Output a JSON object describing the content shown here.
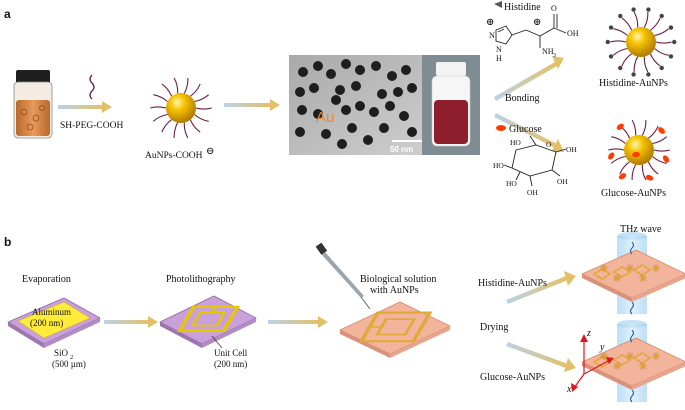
{
  "panel_a": {
    "label": "a",
    "linker_label": "SH-PEG-COOH",
    "aunp_label": "AuNPs-COOH",
    "aunp_charge": "⊖",
    "tem_au_label": "Au",
    "tem_scale_label": "50 nm",
    "histidine_label": "Histidine",
    "histidine_plus_ring": "⊕",
    "histidine_plus_amine": "⊕",
    "histidine_nh3": "NH",
    "histidine_nh3_sub": "3",
    "histidine_oh": "OH",
    "histidine_o": "O",
    "histidine_n": "N",
    "histidine_nh": "N",
    "histidine_h": "H",
    "bonding_label": "Bonding",
    "glucose_label": "Glucose",
    "glucose_ho1": "HO",
    "glucose_ho2": "HO",
    "glucose_ho3": "HO",
    "glucose_oh1": "OH",
    "glucose_oh2": "OH",
    "glucose_oh3": "OH",
    "glucose_o": "O",
    "histidine_aunps": "Histidine-AuNPs",
    "glucose_aunps": "Glucose-AuNPs"
  },
  "panel_b": {
    "label": "b",
    "evaporation": "Evaporation",
    "aluminum": "Aluminum",
    "aluminum_thickness": "(200 nm)",
    "sio2": "SiO",
    "sio2_sub": "2",
    "sio2_thickness": "(500 µm)",
    "photolithography": "Photolithography",
    "unit_cell": "Unit Cell",
    "unit_cell_size": "(200 nm)",
    "bio_solution_1": "Biological solution",
    "bio_solution_2": "with AuNPs",
    "histidine_aunps": "Histidine-AuNPs",
    "drying": "Drying",
    "glucose_aunps": "Glucose-AuNPs",
    "thz_wave": "THz wave",
    "axis_z": "z",
    "axis_y": "y",
    "axis_x": "x"
  },
  "colors": {
    "arrow_start": "#b9d3e8",
    "arrow_end": "#e3c068",
    "gold": "#e0a800",
    "wafer": "#c9a0d9",
    "aluminum": "#ffeb3b",
    "chip_pink": "#f2b49a",
    "linker": "#6a1f4b",
    "glucose_mark": "#ff3d00"
  }
}
